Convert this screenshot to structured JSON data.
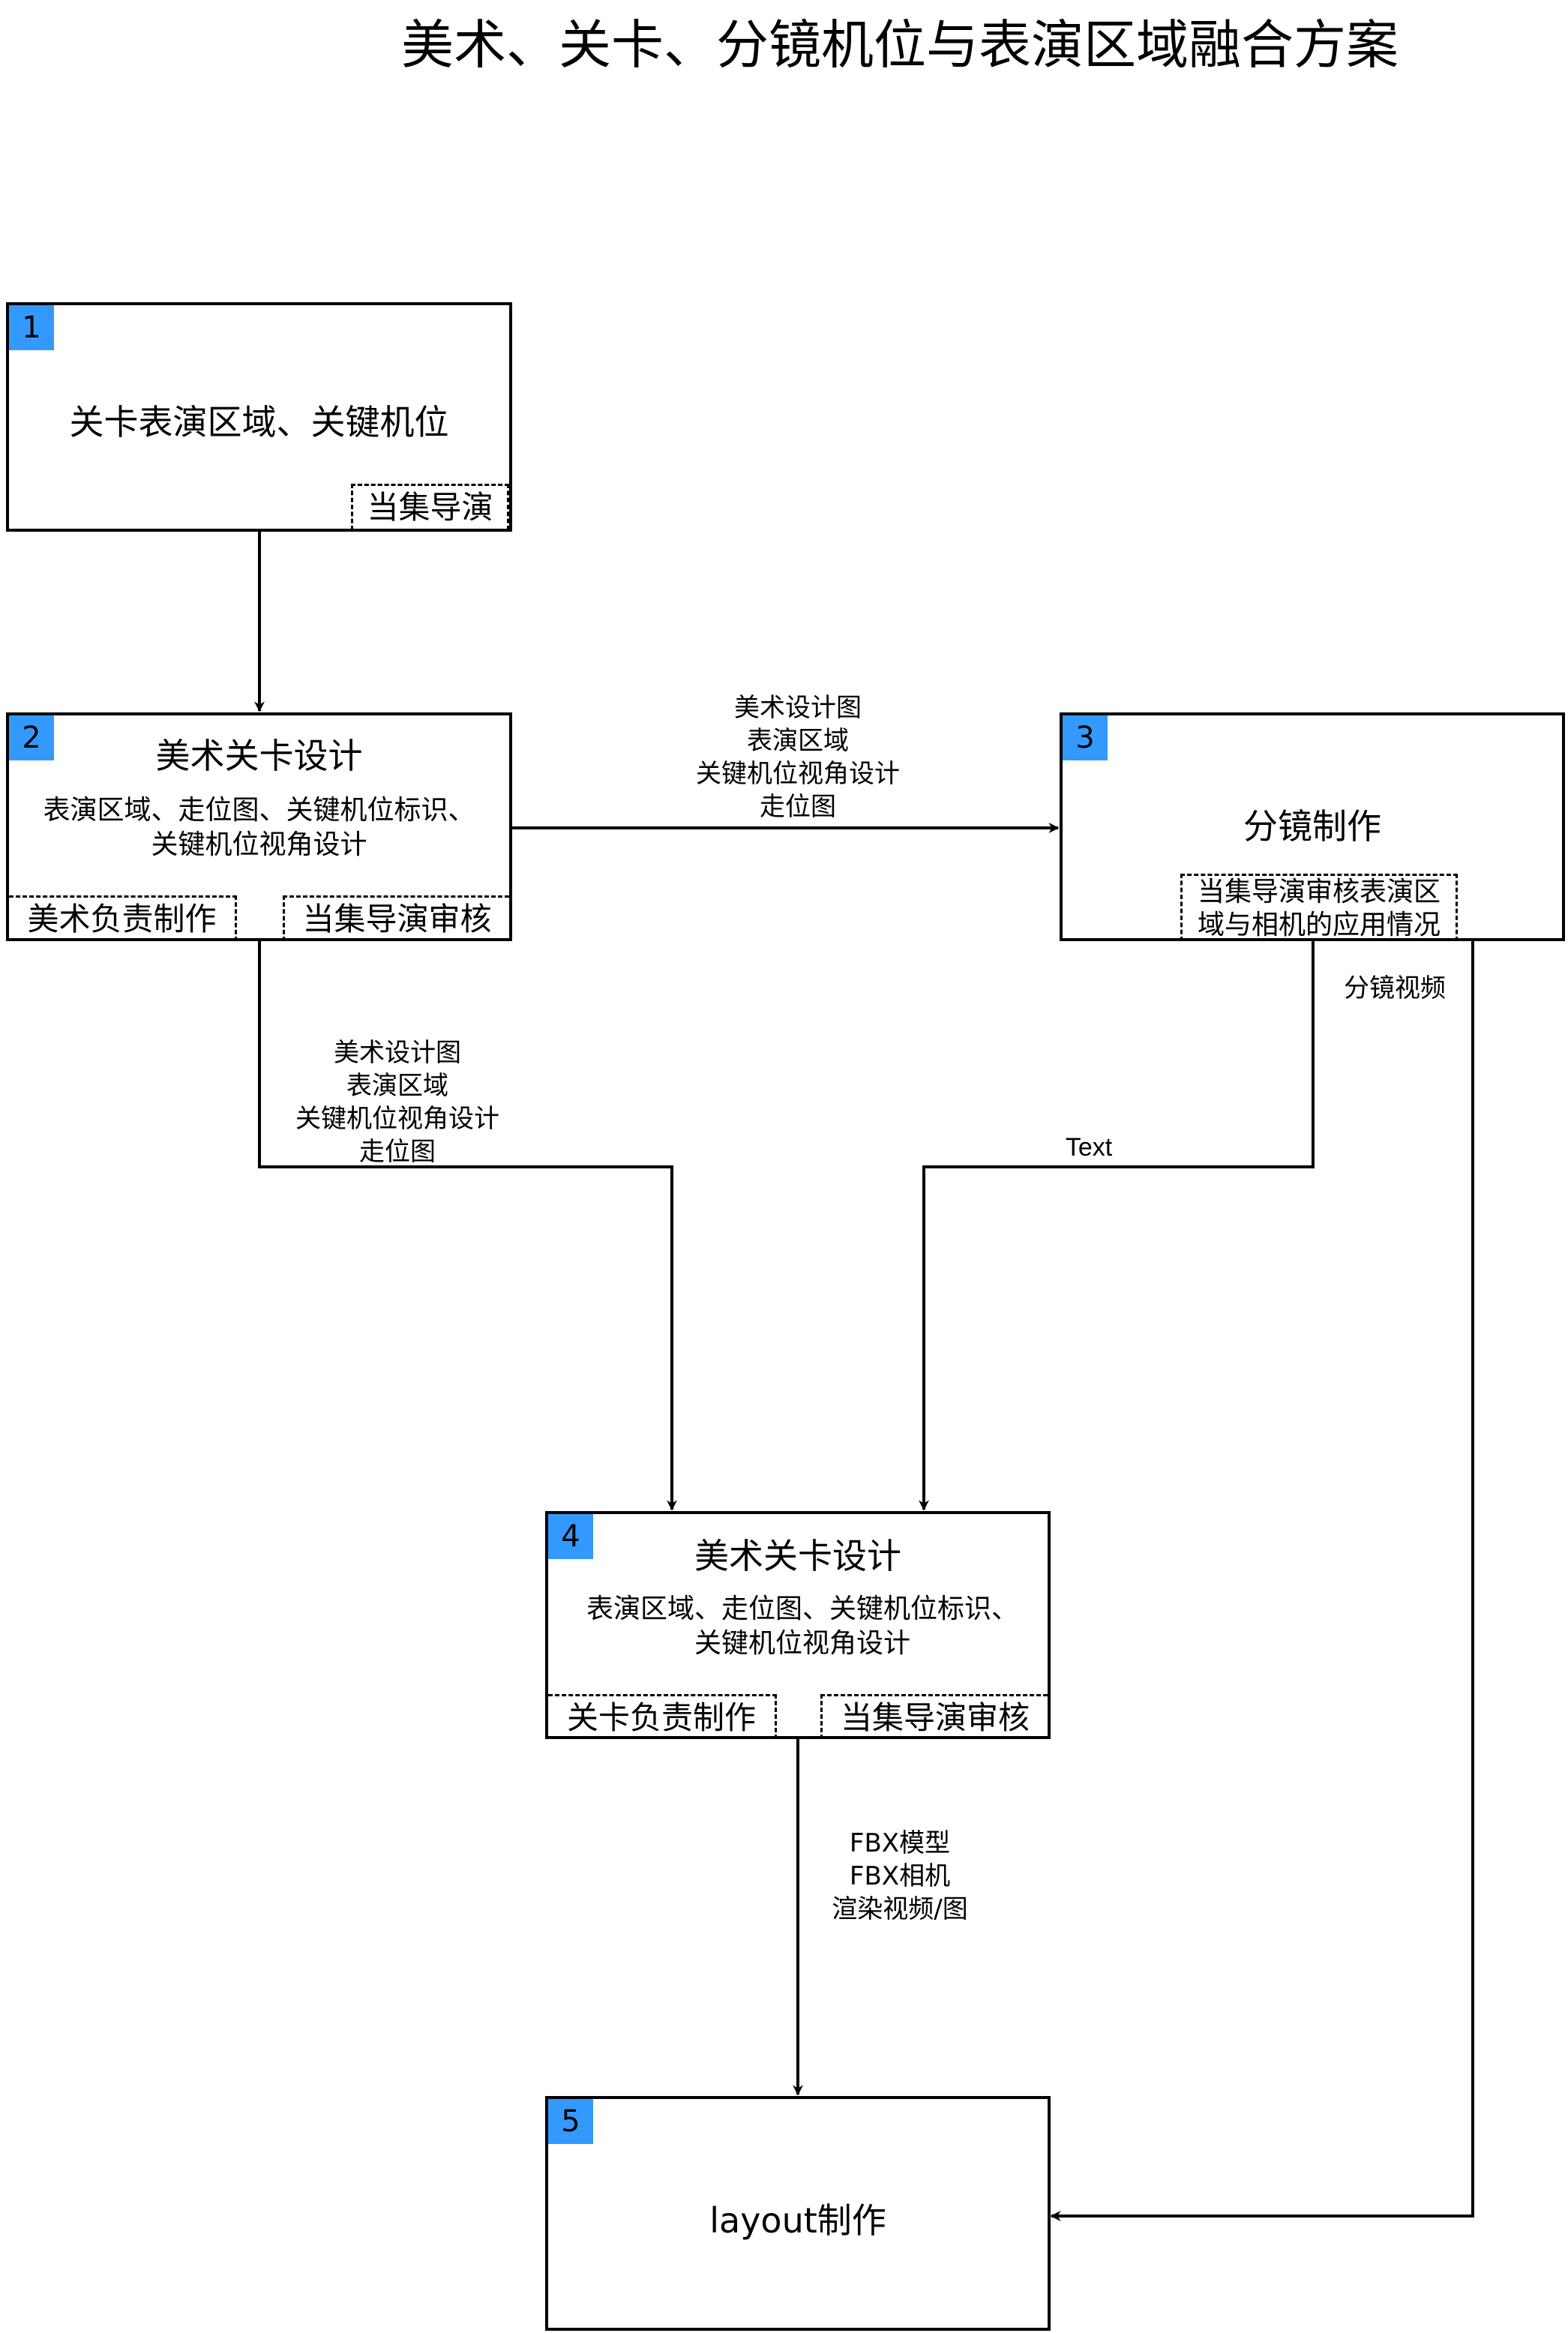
{
  "title": "美术、关卡、分镜机位与表演区域融合方案",
  "colors": {
    "badge": "#3399ff",
    "stroke": "#000000",
    "background": "#ffffff"
  },
  "nodes": [
    {
      "id": "1",
      "badge": "1",
      "label": "关卡表演区域、关键机位",
      "owner": "当集导演"
    },
    {
      "id": "2",
      "badge": "2",
      "label": "美术关卡设计",
      "description_lines": [
        "表演区域、走位图、关键机位标识、",
        "关键机位视角设计"
      ],
      "producer": "美术负责制作",
      "reviewer": "当集导演审核"
    },
    {
      "id": "3",
      "badge": "3",
      "label": "分镜制作",
      "review_lines": [
        "当集导演审核表演区",
        "域与相机的应用情况"
      ]
    },
    {
      "id": "4",
      "badge": "4",
      "label": "美术关卡设计",
      "description_lines": [
        "表演区域、走位图、关键机位标识、",
        "关键机位视角设计"
      ],
      "producer": "关卡负责制作",
      "reviewer": "当集导演审核"
    },
    {
      "id": "5",
      "badge": "5",
      "label": "layout制作"
    }
  ],
  "edges": [
    {
      "from": "1",
      "to": "2",
      "label_lines": []
    },
    {
      "from": "2",
      "to": "3",
      "label_lines": [
        "美术设计图",
        "表演区域",
        "关键机位视角设计",
        "走位图"
      ]
    },
    {
      "from": "2",
      "to": "4",
      "label_lines": [
        "美术设计图",
        "表演区域",
        "关键机位视角设计",
        "走位图"
      ]
    },
    {
      "from": "3",
      "to": "4",
      "label_lines": [
        "Text"
      ]
    },
    {
      "from": "3",
      "to": "5",
      "label_lines": [
        "分镜视频"
      ]
    },
    {
      "from": "4",
      "to": "5",
      "label_lines": [
        "FBX模型",
        "FBX相机",
        "渲染视频/图"
      ]
    }
  ]
}
